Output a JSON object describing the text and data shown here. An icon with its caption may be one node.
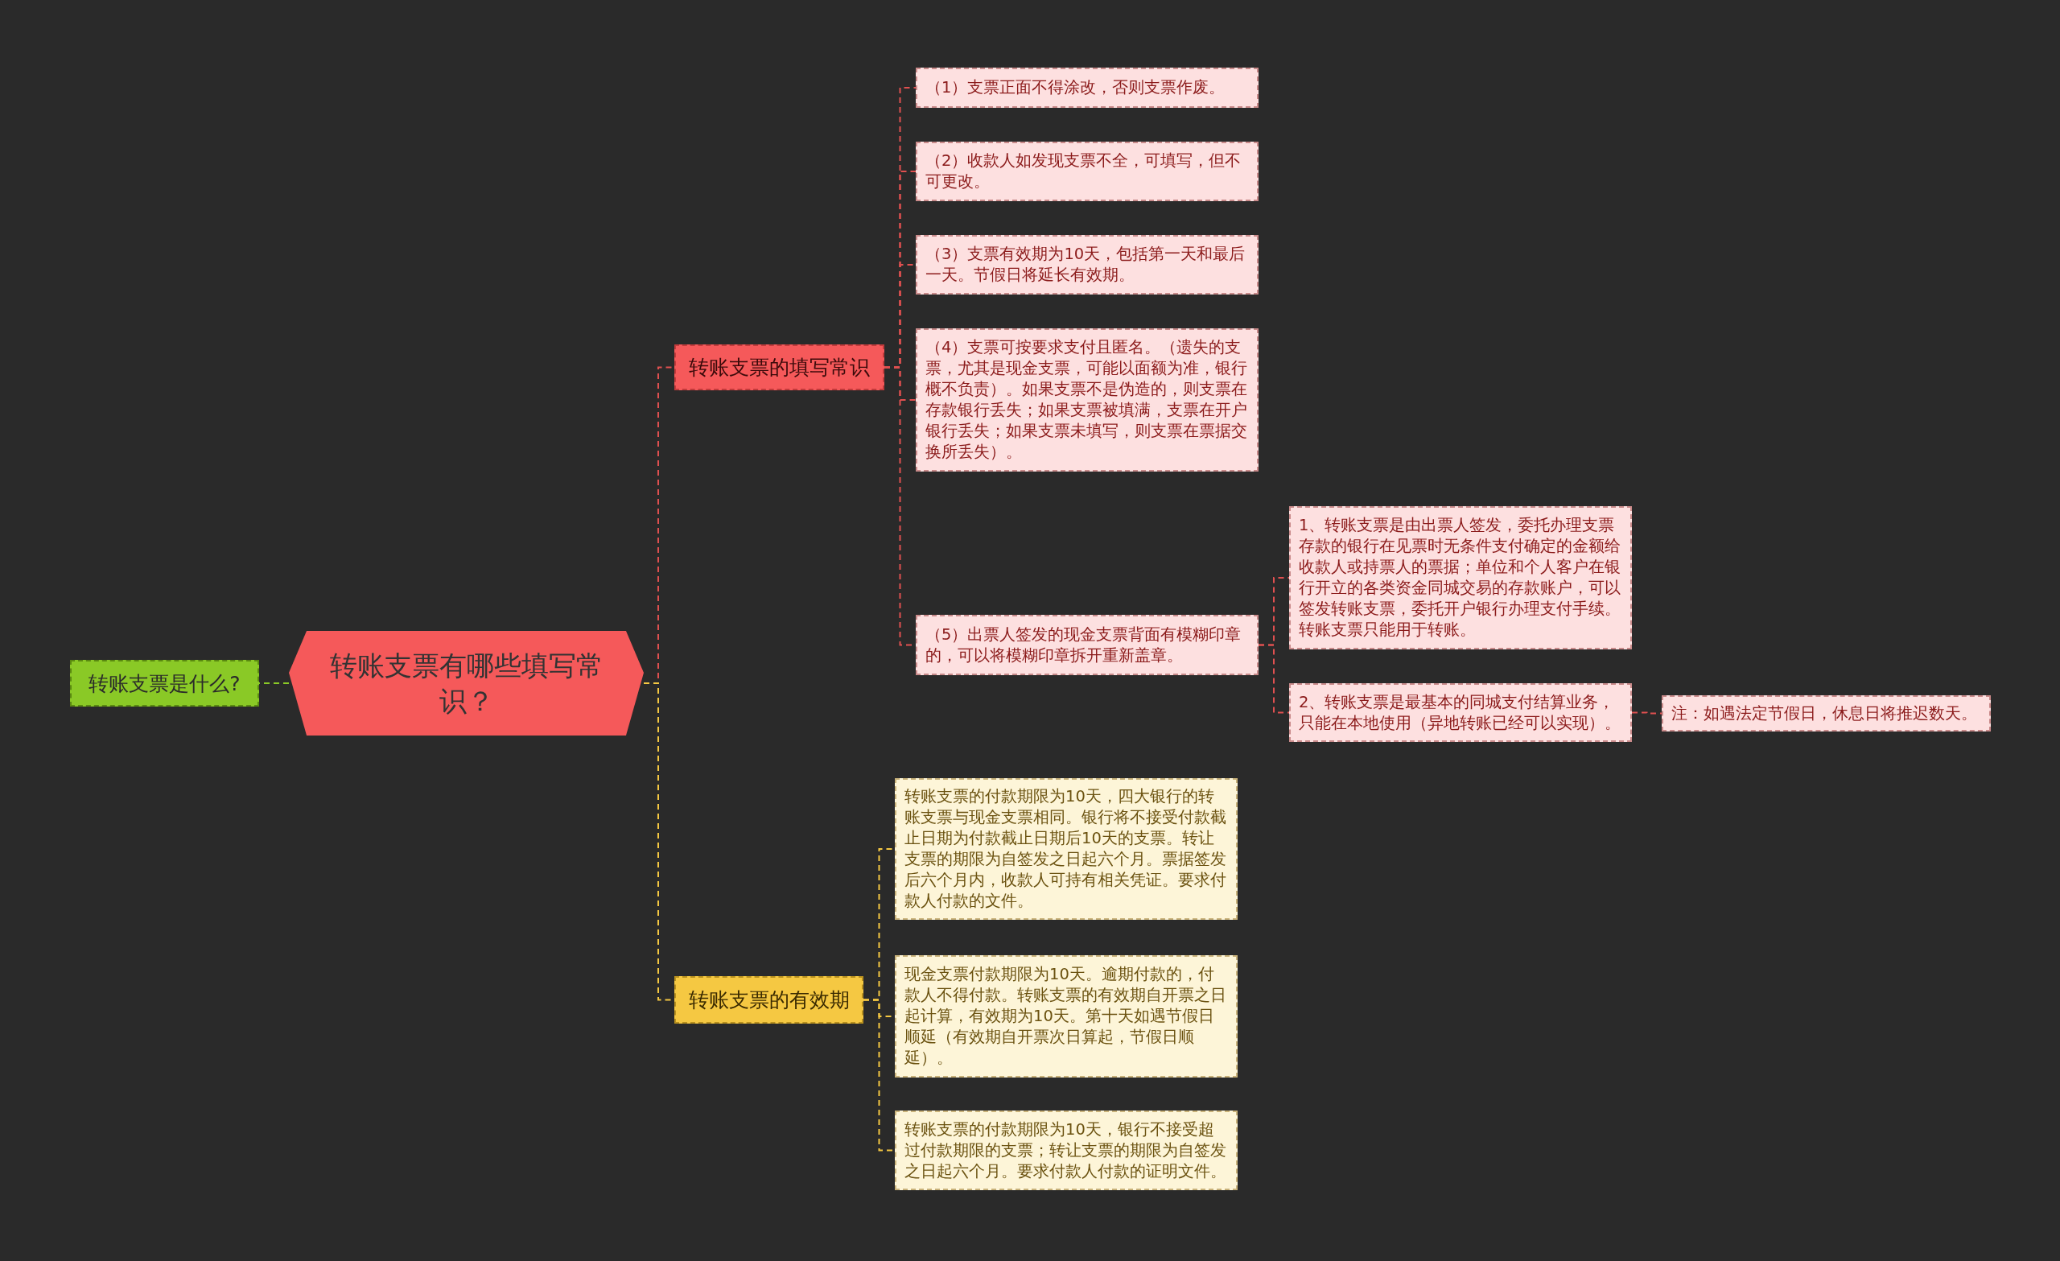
{
  "diagram": {
    "nodes": [
      {
        "text": [
          "转账支票有哪些填写常识？"
        ]
      },
      {
        "text": [
          "转账支票是什么?"
        ]
      },
      {
        "text": [
          "转账支票的填写常识"
        ]
      },
      {
        "text": [
          "（1）支票正面不得涂改，否则支票作废。"
        ]
      },
      {
        "text": [
          "（2）收款人如发现支票不全，可填写，但不可更改。"
        ]
      },
      {
        "text": [
          "（3）支票有效期为10天，包括第一天和最后一天。节假日将延长有效期。"
        ]
      },
      {
        "text": [
          "（4）支票可按要求支付且匿名。（遗失的支票，尤其是现金支票，可能以面额为准，银行概不负责）。如果支票不是伪造的，则支票在存款银行丢失；如果支票被填满，支票在开户银行丢失；如果支票未填写，则支票在票据交换所丢失）。"
        ]
      },
      {
        "text": [
          "（5）出票人签发的现金支票背面有模糊印章的，可以将模糊印章拆开重新盖章。"
        ]
      },
      {
        "text": [
          "1、转账支票是由出票人签发，委托办理支票存款的银行在见票时无条件支付确定的金额给收款人或持票人的票据；单位和个人客户在银行开立的各类资金同城交易的存款账户，可以签发转账支票，委托开户银行办理支付手续。转账支票只能用于转账。"
        ]
      },
      {
        "text": [
          "2、转账支票是最基本的同城支付结算业务，只能在本地使用（异地转账已经可以实现）。"
        ]
      },
      {
        "text": [
          "注：如遇法定节假日，休息日将推迟数天。"
        ]
      },
      {
        "text": [
          "转账支票的有效期"
        ]
      },
      {
        "text": [
          "转账支票的付款期限为10天，四大银行的转账支票与现金支票相同。银行将不接受付款截止日期为付款截止日期后10天的支票。转让支票的期限为自签发之日起六个月。票据签发后六个月内，收款人可持有相关凭证。要求付款人付款的文件。"
        ]
      },
      {
        "text": [
          "现金支票付款期限为10天。逾期付款的，付款人不得付款。转账支票的有效期自开票之日起计算，有效期为10天。第十天如遇节假日顺延（有效期自开票次日算起，节假日顺延）。"
        ]
      },
      {
        "text": [
          "转账支票的付款期限为10天，银行不接受超过付款期限的支票；转让支票的期限为自签发之日起六个月。要求付款人付款的证明文件。"
        ]
      }
    ],
    "edges": [
      {
        "from": 0,
        "to": 1,
        "arrow": "none",
        "color": "#8ac926"
      },
      {
        "from": 0,
        "to": 2,
        "arrow": "none"
      },
      {
        "from": 2,
        "to": 3,
        "arrow": "none"
      },
      {
        "from": 2,
        "to": 4,
        "arrow": "none"
      },
      {
        "from": 2,
        "to": 5,
        "arrow": "none"
      },
      {
        "from": 2,
        "to": 6,
        "arrow": "none"
      },
      {
        "from": 2,
        "to": 7,
        "arrow": "none"
      },
      {
        "from": 7,
        "to": 8,
        "arrow": "none"
      },
      {
        "from": 7,
        "to": 9,
        "arrow": "none"
      },
      {
        "from": 9,
        "to": 10,
        "arrow": "none"
      },
      {
        "from": 0,
        "to": 11,
        "arrow": "none",
        "color": "#f5c842"
      },
      {
        "from": 11,
        "to": 12,
        "arrow": "none",
        "color": "#f5c842"
      },
      {
        "from": 11,
        "to": 13,
        "arrow": "none",
        "color": "#f5c842"
      },
      {
        "from": 11,
        "to": 14,
        "arrow": "none",
        "color": "#f5c842"
      }
    ]
  }
}
